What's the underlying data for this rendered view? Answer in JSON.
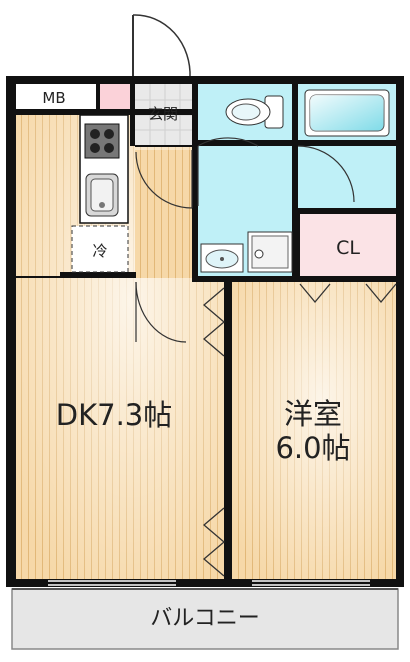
{
  "labels": {
    "meter_box": "MB",
    "entrance": "玄関",
    "fridge": "冷",
    "closet": "CL",
    "dk_room": "DK7.3帖",
    "western_room_line1": "洋室",
    "western_room_line2": "6.0帖",
    "balcony": "バルコニー"
  },
  "colors": {
    "wall": "#111111",
    "wood_floor": "#f6d8a8",
    "wet_area": "#bff0f7",
    "closet_floor": "#fbe3e6",
    "balcony_floor": "#e6e6e6",
    "entrance_floor": "#e9e9e9"
  },
  "icons": {
    "stove": "stove-icon",
    "sink": "kitchen-sink-icon",
    "toilet": "toilet-icon",
    "bathtub": "bathtub-icon",
    "washbasin": "washbasin-icon",
    "washer": "washing-machine-pan-icon"
  }
}
